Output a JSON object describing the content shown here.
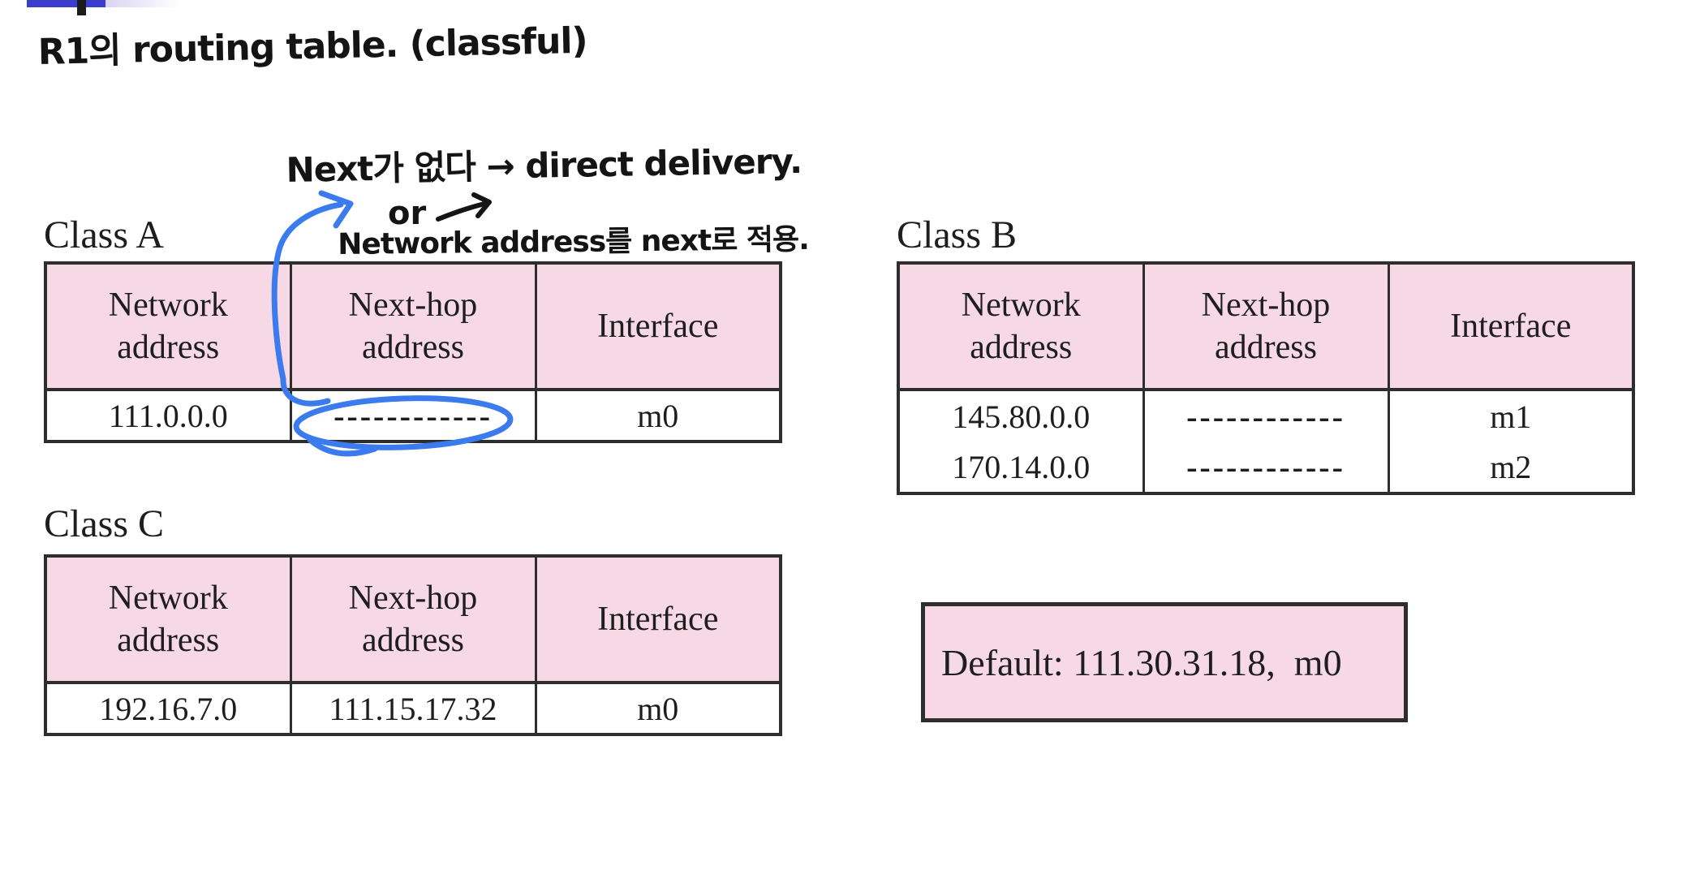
{
  "handwriting": {
    "title": "R1의 routing table. (classful)",
    "note_line1": "Next가 없다 → direct delivery.",
    "note_line2": "or",
    "note_line3": "Network address를 next로 적용."
  },
  "tables": {
    "class_a": {
      "label": "Class A",
      "columns": [
        "Network address",
        "Next-hop address",
        "Interface"
      ],
      "rows": [
        [
          "111.0.0.0",
          "------------",
          "m0"
        ]
      ]
    },
    "class_b": {
      "label": "Class B",
      "columns": [
        "Network address",
        "Next-hop address",
        "Interface"
      ],
      "rows": [
        [
          "145.80.0.0",
          "------------",
          "m1"
        ],
        [
          "170.14.0.0",
          "------------",
          "m2"
        ]
      ]
    },
    "class_c": {
      "label": "Class C",
      "columns": [
        "Network address",
        "Next-hop address",
        "Interface"
      ],
      "rows": [
        [
          "192.16.7.0",
          "111.15.17.32",
          "m0"
        ]
      ]
    }
  },
  "default_box": {
    "text": "Default: 111.30.31.18,  m0"
  },
  "annotations": {
    "pen_arrow": "curved arrow from circled dashes up to note text",
    "pen_ellipse": "ellipse circling empty next-hop dashes",
    "ink_arrow": "small right-up arrow beside 'or'"
  },
  "colors": {
    "table_header_bg": "#f6d9e5",
    "table_border": "#2e2e2e",
    "pen_blue": "#3b7bed",
    "ink_black": "#141414",
    "top_bar_blue": "#3c3ccd",
    "text": "#1e1e1e"
  }
}
